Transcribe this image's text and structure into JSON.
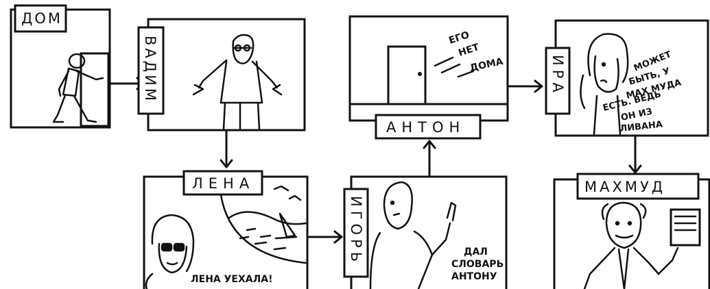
{
  "panels": {
    "dom": {
      "label": "ДОМ"
    },
    "vadim": {
      "label": "ВАДИМ"
    },
    "anton": {
      "label": "АНТОН",
      "speech": [
        "ЕГО",
        "НЕТ",
        "ДОМА"
      ]
    },
    "ira": {
      "label": "ИРА",
      "speech": [
        "МОЖЕТ",
        "БЫТЬ, У",
        "МАХ МУДА",
        "ЕСТЬ. ВЕДЬ",
        "ОН ИЗ",
        "ЛИВАНА"
      ]
    },
    "lena": {
      "label": "ЛЕНА",
      "caption": "ЛЕНА УЕХАЛА!"
    },
    "igor": {
      "label": "ИГОРЬ",
      "speech": [
        "ДАЛ",
        "СЛОВАРЬ",
        "АНТОНУ"
      ]
    },
    "mahmud": {
      "label": "МАХМУД"
    }
  },
  "colors": {
    "ink": "#111111",
    "paper": "#ffffff"
  }
}
